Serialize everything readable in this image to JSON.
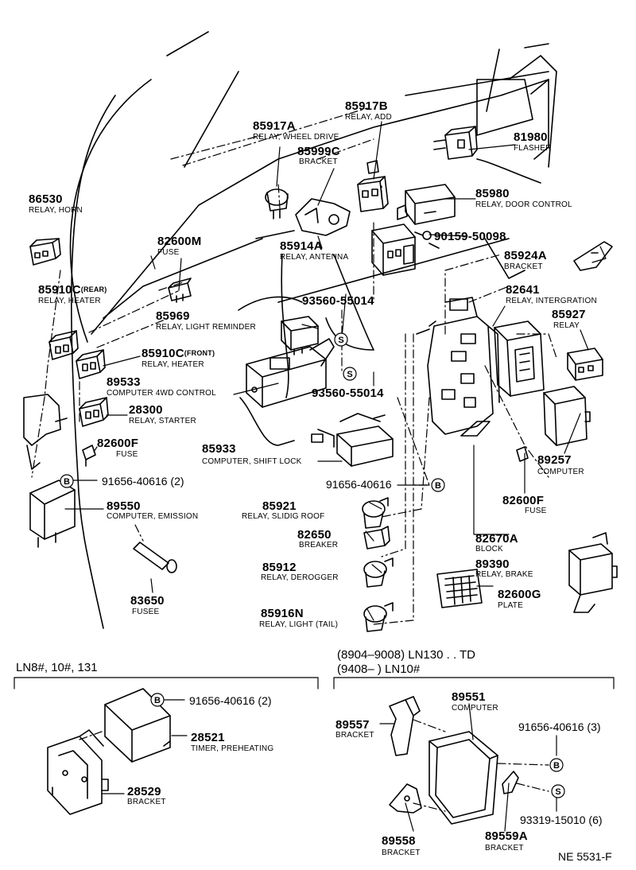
{
  "parts": [
    {
      "id": "p86530",
      "number": "86530",
      "name": "RELAY, HORN"
    },
    {
      "id": "p85917A",
      "number": "85917A",
      "name": "RELAY, WHEEL DRIVE"
    },
    {
      "id": "p85999C",
      "number": "85999C",
      "name": "BRACKET"
    },
    {
      "id": "p85917B",
      "number": "85917B",
      "name": "RELAY, ADD"
    },
    {
      "id": "p81980",
      "number": "81980",
      "name": "FLASHER"
    },
    {
      "id": "p85980",
      "number": "85980",
      "name": "RELAY, DOOR CONTROL"
    },
    {
      "id": "p82600M",
      "number": "82600M",
      "name": "FUSE"
    },
    {
      "id": "p85914A",
      "number": "85914A",
      "name": "RELAY, ANTENNA"
    },
    {
      "id": "p90159",
      "number": "90159-50098",
      "name": ""
    },
    {
      "id": "p85924A",
      "number": "85924A",
      "name": "BRACKET"
    },
    {
      "id": "p85910Crear",
      "number": "85910C",
      "qualifier": "(REAR)",
      "name": "RELAY, HEATER"
    },
    {
      "id": "p82641",
      "number": "82641",
      "name": "RELAY, INTERGRATION"
    },
    {
      "id": "p93560a",
      "number": "93560-55014",
      "name": ""
    },
    {
      "id": "p85969",
      "number": "85969",
      "name": "RELAY, LIGHT REMINDER"
    },
    {
      "id": "p85927",
      "number": "85927",
      "name": "RELAY"
    },
    {
      "id": "p85910Cfront",
      "number": "85910C",
      "qualifier": "(FRONT)",
      "name": "RELAY, HEATER"
    },
    {
      "id": "p89533",
      "number": "89533",
      "name": "COMPUTER 4WD CONTROL"
    },
    {
      "id": "p93560b",
      "number": "93560-55014",
      "name": ""
    },
    {
      "id": "p28300",
      "number": "28300",
      "name": "RELAY, STARTER"
    },
    {
      "id": "p85933",
      "number": "85933",
      "name": "COMPUTER, SHIFT LOCK"
    },
    {
      "id": "p82600F",
      "number": "82600F",
      "name": "FUSE"
    },
    {
      "id": "p89257",
      "number": "89257",
      "name": "COMPUTER"
    },
    {
      "id": "p91656a",
      "number": "91656-40616 (2)",
      "name": ""
    },
    {
      "id": "p91656b",
      "number": "91656-40616",
      "name": ""
    },
    {
      "id": "p89550",
      "number": "89550",
      "name": "COMPUTER, EMISSION"
    },
    {
      "id": "p85921",
      "number": "85921",
      "name": "RELAY, SLIDIG ROOF"
    },
    {
      "id": "p82600F2",
      "number": "82600F",
      "name": "FUSE"
    },
    {
      "id": "p82650",
      "number": "82650",
      "name": "BREAKER"
    },
    {
      "id": "p82670A",
      "number": "82670A",
      "name": "BLOCK"
    },
    {
      "id": "p89390",
      "number": "89390",
      "name": "RELAY, BRAKE"
    },
    {
      "id": "p85912",
      "number": "85912",
      "name": "RELAY, DEROGGER"
    },
    {
      "id": "p82600G",
      "number": "82600G",
      "name": "PLATE"
    },
    {
      "id": "p83650",
      "number": "83650",
      "name": "FUSEE"
    },
    {
      "id": "p85916N",
      "number": "85916N",
      "name": "RELAY, LIGHT (TAIL)"
    },
    {
      "id": "p91656c",
      "number": "91656-40616 (2)",
      "name": ""
    },
    {
      "id": "p28521",
      "number": "28521",
      "name": "TIMER, PREHEATING"
    },
    {
      "id": "p28529",
      "number": "28529",
      "name": "BRACKET"
    },
    {
      "id": "p89551",
      "number": "89551",
      "name": "COMPUTER"
    },
    {
      "id": "p89557",
      "number": "89557",
      "name": "BRACKET"
    },
    {
      "id": "p91656d",
      "number": "91656-40616 (3)",
      "name": ""
    },
    {
      "id": "p93319",
      "number": "93319-15010 (6)",
      "name": ""
    },
    {
      "id": "p89558",
      "number": "89558",
      "name": "BRACKET"
    },
    {
      "id": "p89559A",
      "number": "89559A",
      "name": "BRACKET"
    }
  ],
  "sections": {
    "left": {
      "title": "LN8#, 10#, 131"
    },
    "right": {
      "line1": "(8904–9008) LN130 . . TD",
      "line2": "(9408–         ) LN10#"
    }
  },
  "fastener_marks": {
    "bolt": "B",
    "screw": "S"
  },
  "reference_code": "NE 5531-F"
}
